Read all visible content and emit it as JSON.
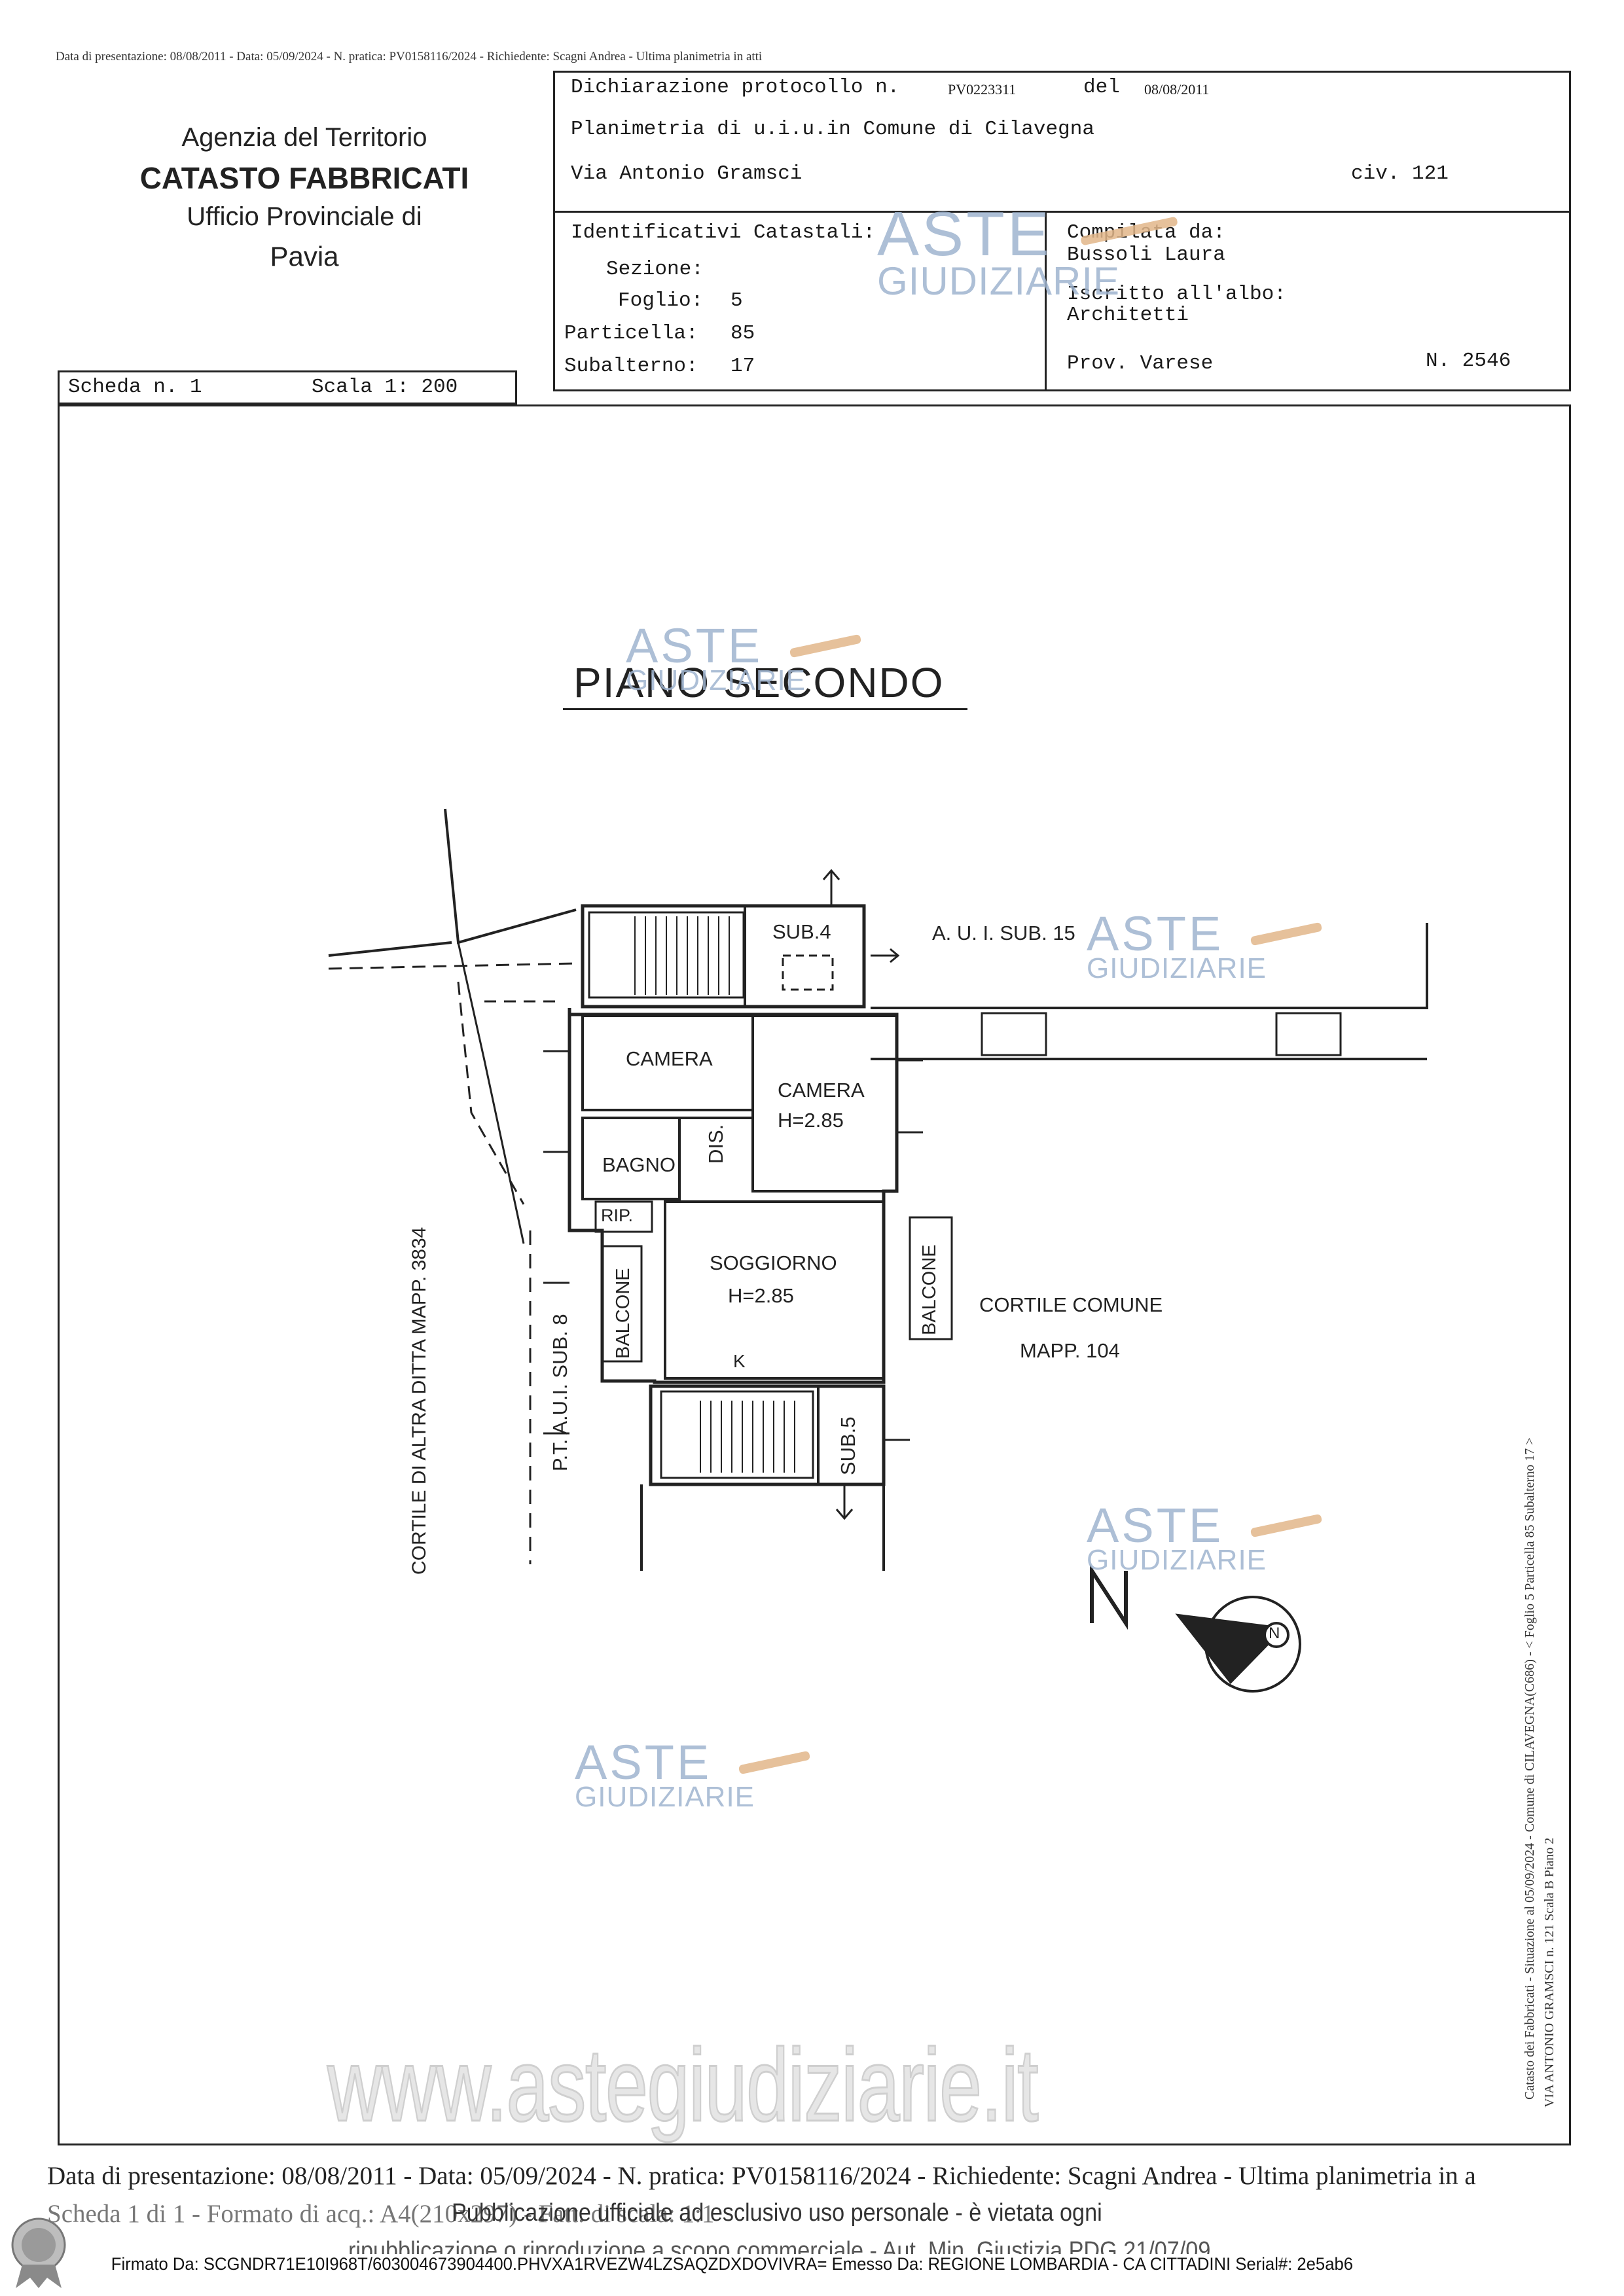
{
  "header_line": "Data di presentazione: 08/08/2011 - Data: 05/09/2024 - N. pratica: PV0158116/2024 - Richiedente: Scagni Andrea - Ultima planimetria in atti",
  "agency": {
    "line1": "Agenzia del Territorio",
    "line2": "CATASTO FABBRICATI",
    "line3": "Ufficio Provinciale di",
    "line4": "Pavia"
  },
  "declaration": {
    "protocol_label": "Dichiarazione protocollo n.",
    "protocol_value": "PV0223311",
    "date_label": "del",
    "date_value": "08/08/2011",
    "planimetry": "Planimetria di u.i.u.in Comune di Cilavegna",
    "address": "Via Antonio Gramsci",
    "civic": "civ. 121"
  },
  "identifiers": {
    "title": "Identificativi Catastali:",
    "sezione_label": "Sezione:",
    "sezione_value": "",
    "foglio_label": "Foglio:",
    "foglio_value": "5",
    "particella_label": "Particella:",
    "particella_value": "85",
    "subalterno_label": "Subalterno:",
    "subalterno_value": "17"
  },
  "compiler": {
    "compiled_label": "Compilata da:",
    "compiled_value": "Bussoli Laura",
    "registered_label": "Iscritto all'albo:",
    "registered_value": "Architetti",
    "province": "Prov. Varese",
    "number": "N. 2546"
  },
  "sheet": {
    "scheda": "Scheda n. 1",
    "scala": "Scala 1: 200"
  },
  "plan": {
    "floor_title": "PIANO SECONDO",
    "labels": {
      "sub4": "SUB.4",
      "aui_sub15": "A. U. I. SUB. 15",
      "camera1": "CAMERA",
      "camera2": "CAMERA",
      "camera2_h": "H=2.85",
      "bagno": "BAGNO",
      "dis": "DIS.",
      "rip": "RIP.",
      "soggiorno": "SOGGIORNO",
      "soggiorno_h": "H=2.85",
      "balcone_left": "BALCONE",
      "balcone_right": "BALCONE",
      "k": "K",
      "sub5": "SUB.5",
      "cortile_comune": "CORTILE COMUNE",
      "mapp104": "MAPP. 104",
      "pt_aui_sub8": "P.T. A.U.I. SUB. 8",
      "cortile_altra_ditta": "CORTILE DI ALTRA DITTA MAPP. 3834",
      "north": "N",
      "compass": "N"
    }
  },
  "side_text": {
    "line1": "Catasto dei Fabbricati - Situazione al 05/09/2024 - Comune di CILAVEGNA(C686) - < Foglio 5 Particella 85 Subalterno 17 >",
    "line2": "VIA ANTONIO GRAMSCI n. 121 Scala B Piano 2"
  },
  "watermark": {
    "line1": "ASTE",
    "line2": "GIUDIZIARIE",
    "site": "www.astegiudiziarie.it"
  },
  "footer": {
    "line1": "Data di presentazione: 08/08/2011 - Data: 05/09/2024 - N. pratica: PV0158116/2024 - Richiedente: Scagni Andrea - Ultima planimetria in a",
    "line2_a": "Scheda 1 di 1 - Formato di acq.: A4(210x297) - Fatt. di scala: 1:1",
    "line2_b": "Pubblicazione ufficiale ad esclusivo uso personale - è vietata ogni",
    "line3": "ripubblicazione o riproduzione a scopo commerciale - Aut. Min. Giustizia PDG 21/07/09",
    "signature": "Firmato Da: SCGNDR71E10I968T/603004673904400.PHVXA1RVEZW4LZSAQZDXDOVIVRA= Emesso Da: REGIONE LOMBARDIA - CA CITTADINI Serial#: 2e5ab6"
  }
}
